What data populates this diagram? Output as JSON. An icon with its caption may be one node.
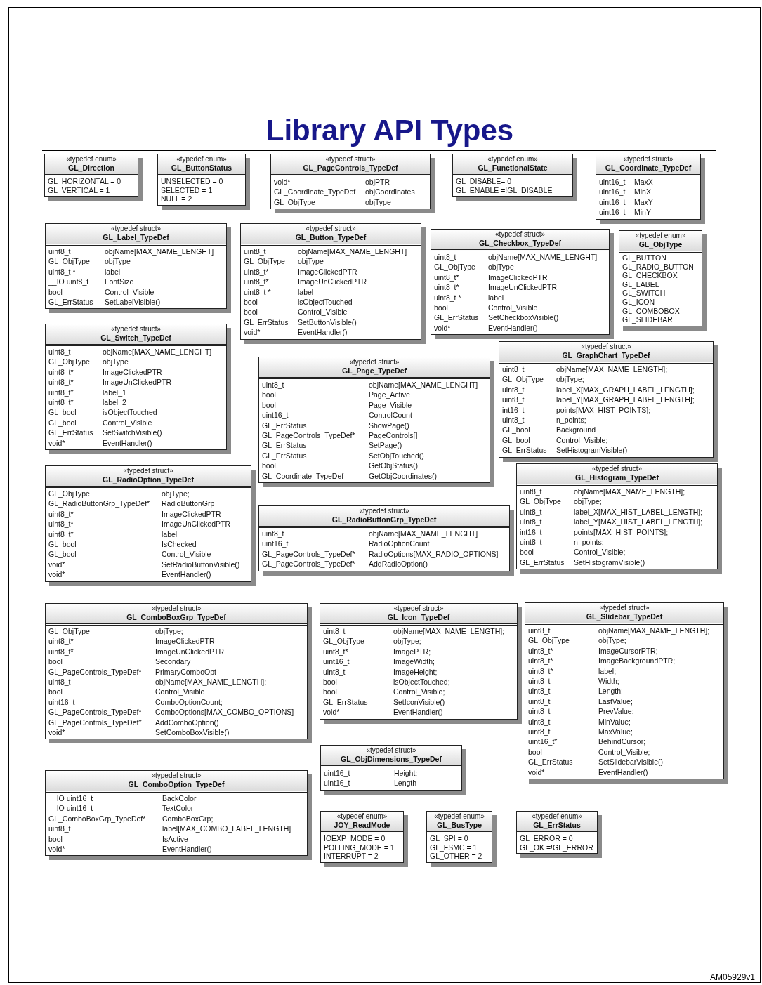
{
  "diagram": {
    "title": "Library API Types",
    "nodes": [
      {
        "text": [
          "«typedef enum»",
          "GL_Direction",
          "GL_HORIZONTAL = 0",
          "GL_VERTICAL = 1"
        ]
      },
      {
        "text": [
          "«typedef enum»",
          "GL_ButtonStatus",
          "UNSELECTED = 0",
          "SELECTED = 1",
          "NULL = 2"
        ]
      },
      {
        "text": [
          "«typedef struct»",
          "GL_PageControls_TypeDef",
          "void*",
          "objPTR",
          "GL_Coordinate_TypeDef",
          "objCoordinates",
          "GL_ObjType",
          "objType"
        ]
      },
      {
        "text": [
          "«typedef enum»",
          "GL_FunctionalState",
          "GL_DISABLE= 0",
          "GL_ENABLE =!GL_DISABLE"
        ]
      },
      {
        "text": [
          "«typedef struct»",
          "GL_Coordinate_TypeDef",
          "uint16_t",
          "MaxX",
          "uint16_t",
          "MinX",
          "uint16_t",
          "MaxY",
          "uint16_t",
          "MinY"
        ]
      },
      {
        "text": [
          "«typedef struct»",
          "GL_Label_TypeDef",
          "uint8_t",
          "objName[MAX_NAME_LENGHT]",
          "GL_ObjType",
          "objType",
          "uint8_t *",
          "label",
          "__IO uint8_t",
          "FontSize",
          "bool",
          "Control_Visible",
          "GL_ErrStatus",
          "SetLabelVisible()"
        ]
      },
      {
        "text": [
          "«typedef struct»",
          "GL_Button_TypeDef",
          "uint8_t",
          "objName[MAX_NAME_LENGHT]",
          "GL_ObjType",
          "objType",
          "uint8_t*",
          "ImageClickedPTR",
          "uint8_t*",
          "ImageUnClickedPTR",
          "uint8_t *",
          "label",
          "bool",
          "isObjectTouched",
          "bool",
          "Control_Visible",
          "GL_ErrStatus",
          "SetButtonVisible()",
          "void*",
          "EventHandler()"
        ]
      },
      {
        "text": [
          "«typedef struct»",
          "GL_Checkbox_TypeDef",
          "uint8_t",
          "objName[MAX_NAME_LENGHT]",
          "GL_ObjType",
          "objType",
          "uint8_t*",
          "ImageClickedPTR",
          "uint8_t*",
          "ImageUnClickedPTR",
          "uint8_t *",
          "label",
          "bool",
          "Control_Visible",
          "GL_ErrStatus",
          "SetCheckboxVisible()",
          "void*",
          "EventHandler()"
        ]
      },
      {
        "text": [
          "«typedef enum»",
          "GL_ObjType",
          "GL_BUTTON",
          "GL_RADIO_BUTTON",
          "GL_CHECKBOX",
          "GL_LABEL",
          "GL_SWITCH",
          "GL_ICON",
          "GL_COMBOBOX",
          "GL_SLIDEBAR"
        ]
      },
      {
        "text": [
          "«typedef struct»",
          "GL_Switch_TypeDef",
          "uint8_t",
          "objName[MAX_NAME_LENGHT]",
          "GL_ObjType",
          "objType",
          "uint8_t*",
          "ImageClickedPTR",
          "uint8_t*",
          "ImageUnClickedPTR",
          "uint8_t*",
          "label_1",
          "uint8_t*",
          "label_2",
          "GL_bool",
          "isObjectTouched",
          "GL_bool",
          "Control_Visible",
          "GL_ErrStatus",
          "SetSwitchVisible()",
          "void*",
          "EventHandler()"
        ]
      },
      {
        "text": [
          "«typedef struct»",
          "GL_Page_TypeDef",
          "uint8_t",
          "objName[MAX_NAME_LENGHT]",
          "bool",
          "Page_Active",
          "bool",
          "Page_Visible",
          "uint16_t",
          "ControlCount",
          "GL_ErrStatus",
          "ShowPage()",
          "GL_PageControls_TypeDef*",
          "PageControls[]",
          "GL_ErrStatus",
          "SetPage()",
          "GL_ErrStatus",
          "SetObjTouched()",
          "bool",
          "GetObjStatus()",
          "GL_Coordinate_TypeDef",
          "GetObjCoordinates()"
        ]
      },
      {
        "text": [
          "«typedef struct»",
          "GL_GraphChart_TypeDef",
          "uint8_t",
          "objName[MAX_NAME_LENGTH];",
          "GL_ObjType",
          "objType;",
          "uint8_t",
          "label_X[MAX_GRAPH_LABEL_LENGTH];",
          "uint8_t",
          "label_Y[MAX_GRAPH_LABEL_LENGTH];",
          "int16_t",
          "points[MAX_HIST_POINTS];",
          "uint8_t",
          "n_points;",
          "GL_bool",
          "Background",
          "GL_bool",
          "Control_Visible;",
          "GL_ErrStatus",
          "SetHistogramVisible()"
        ]
      },
      {
        "text": [
          "«typedef struct»",
          "GL_RadioOption_TypeDef",
          "GL_ObjType",
          "objType;",
          "GL_RadioButtonGrp_TypeDef*",
          "RadioButtonGrp",
          "uint8_t*",
          "ImageClickedPTR",
          "uint8_t*",
          "ImageUnClickedPTR",
          "uint8_t*",
          "label",
          "GL_bool",
          "IsChecked",
          "GL_bool",
          "Control_Visible",
          "void*",
          "SetRadioButtonVisible()",
          "void*",
          "EventHandler()"
        ]
      },
      {
        "text": [
          "«typedef struct»",
          "GL_Histogram_TypeDef",
          "uint8_t",
          "objName[MAX_NAME_LENGTH];",
          "GL_ObjType",
          "objType;",
          "uint8_t",
          "label_X[MAX_HIST_LABEL_LENGTH];",
          "uint8_t",
          "label_Y[MAX_HIST_LABEL_LENGTH];",
          "int16_t",
          "points[MAX_HIST_POINTS];",
          "uint8_t",
          "n_points;",
          "bool",
          "Control_Visible;",
          "GL_ErrStatus",
          "SetHistogramVisible()"
        ]
      },
      {
        "text": [
          "«typedef struct»",
          "GL_RadioButtonGrp_TypeDef",
          "uint8_t",
          "objName[MAX_NAME_LENGHT]",
          "uint16_t",
          "RadioOptionCount",
          "GL_PageControls_TypeDef*",
          "RadioOptions[MAX_RADIO_OPTIONS]",
          "GL_PageControls_TypeDef*",
          "AddRadioOption()"
        ]
      },
      {
        "text": [
          "«typedef struct»",
          "GL_ComboBoxGrp_TypeDef",
          "GL_ObjType",
          "objType;",
          "uint8_t*",
          "ImageClickedPTR",
          "uint8_t*",
          "ImageUnClickedPTR",
          "bool",
          "Secondary",
          "GL_PageControls_TypeDef*",
          "PrimaryComboOpt",
          "uint8_t",
          "objName[MAX_NAME_LENGTH];",
          "bool",
          "Control_Visible",
          "uint16_t",
          "ComboOptionCount;",
          "GL_PageControls_TypeDef*",
          "ComboOptions[MAX_COMBO_OPTIONS]",
          "GL_PageControls_TypeDef*",
          "AddComboOption()",
          "void*",
          "SetComboBoxVisible()"
        ]
      },
      {
        "text": [
          "«typedef struct»",
          "GL_Icon_TypeDef",
          "uint8_t",
          "objName[MAX_NAME_LENGTH];",
          "GL_ObjType",
          "objType;",
          "uint8_t*",
          "ImagePTR;",
          "uint16_t",
          "ImageWidth;",
          "uint8_t",
          "ImageHeight;",
          "bool",
          "isObjectTouched;",
          "bool",
          "Control_Visible;",
          "GL_ErrStatus",
          "SetIconVisible()",
          "void*",
          "EventHandler()"
        ]
      },
      {
        "text": [
          "«typedef struct»",
          "GL_Slidebar_TypeDef",
          "uint8_t",
          "objName[MAX_NAME_LENGTH];",
          "GL_ObjType",
          "objType;",
          "uint8_t*",
          "ImageCursorPTR;",
          "uint8_t*",
          "ImageBackgroundPTR;",
          "uint8_t*",
          "label;",
          "uint8_t",
          "Width;",
          "uint8_t",
          "Length;",
          "uint8_t",
          "LastValue;",
          "uint8_t",
          "PrevValue;",
          "uint8_t",
          "MinValue;",
          "uint8_t",
          "MaxValue;",
          "uint16_t*",
          "BehindCursor;",
          "bool",
          "Control_Visible;",
          "GL_ErrStatus",
          "SetSlidebarVisible()",
          "void*",
          "EventHandler()"
        ]
      },
      {
        "text": [
          "«typedef struct»",
          "GL_ObjDimensions_TypeDef",
          "uint16_t",
          "Height;",
          "uint16_t",
          "Length"
        ]
      },
      {
        "text": [
          "«typedef struct»",
          "GL_ComboOption_TypeDef",
          "__IO uint16_t",
          "BackColor",
          "__IO uint16_t",
          "TextColor",
          "GL_ComboBoxGrp_TypeDef*",
          "ComboBoxGrp;",
          "uint8_t",
          "label[MAX_COMBO_LABEL_LENGTH]",
          "bool",
          "IsActive",
          "void*",
          "EventHandler()"
        ]
      },
      {
        "text": [
          "«typedef enum»",
          "JOY_ReadMode",
          "IOEXP_MODE = 0",
          "POLLING_MODE = 1",
          "INTERRUPT = 2"
        ]
      },
      {
        "text": [
          "«typedef enum»",
          "GL_BusType",
          "GL_SPI = 0",
          "GL_FSMC = 1",
          "GL_OTHER = 2"
        ]
      },
      {
        "text": [
          "«typedef enum»",
          "GL_ErrStatus",
          "GL_ERROR = 0",
          "GL_OK =!GL_ERROR"
        ]
      }
    ],
    "labels": [
      "AM05929v1"
    ]
  }
}
